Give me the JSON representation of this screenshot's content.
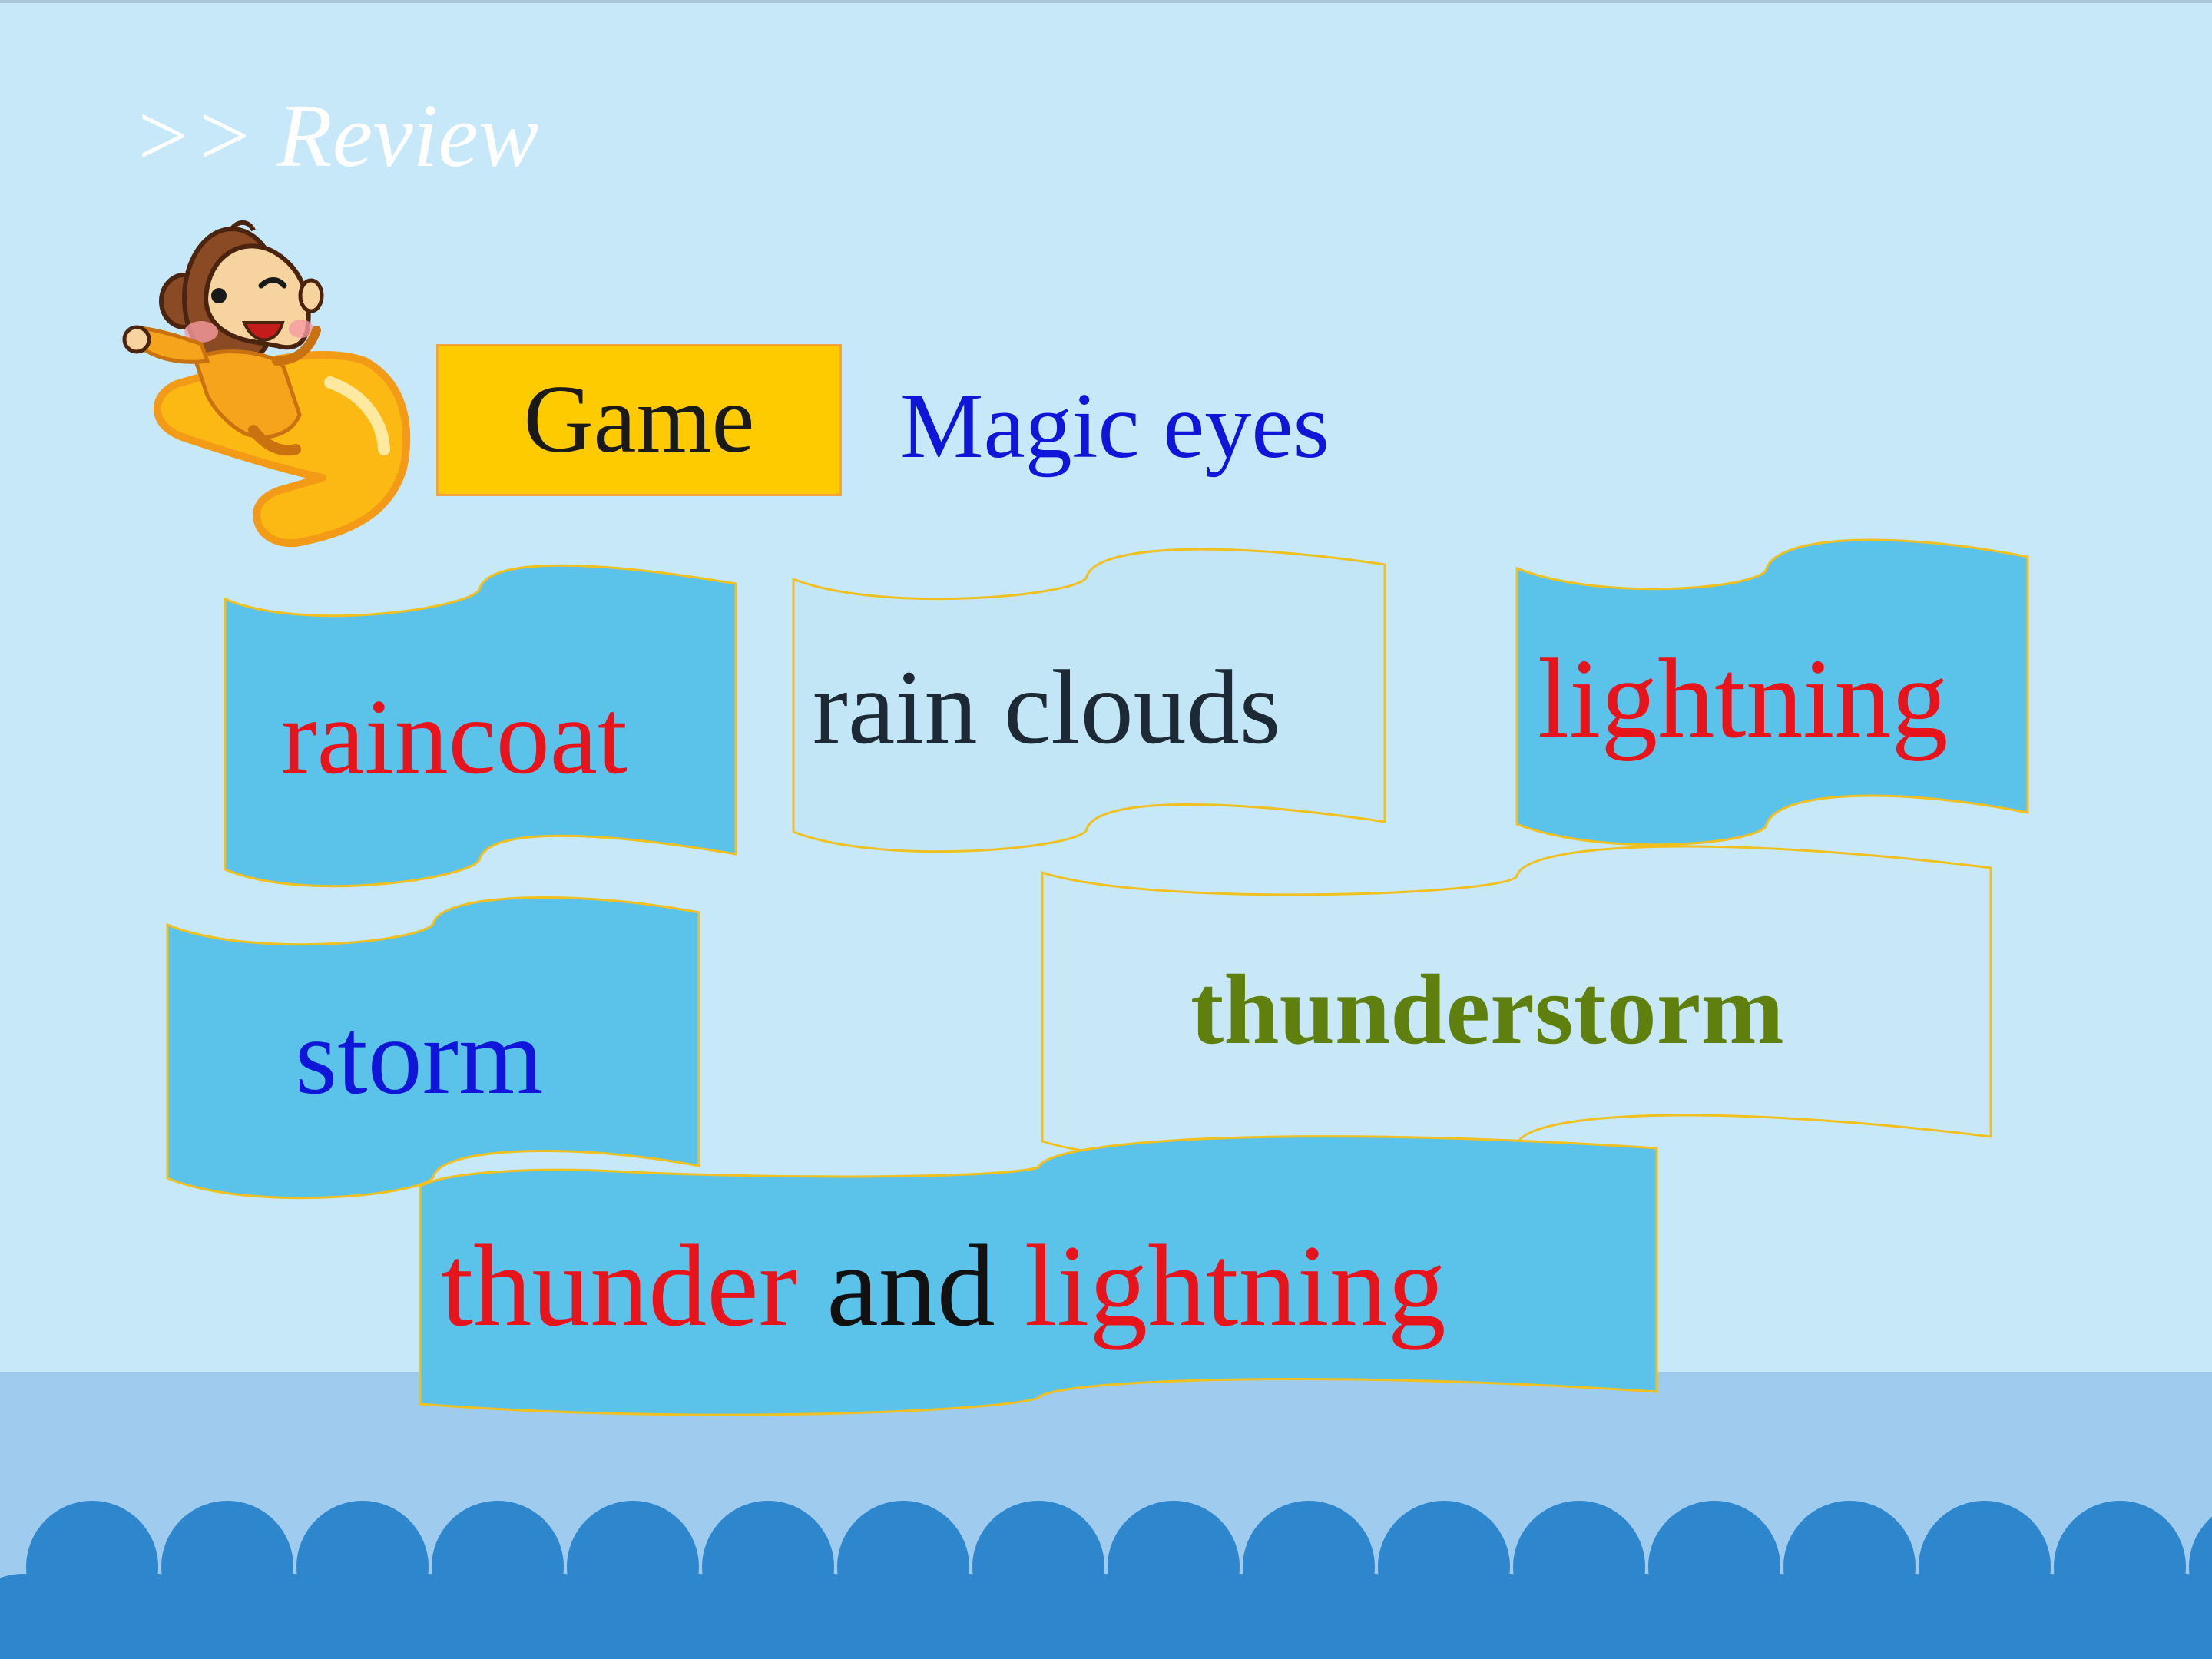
{
  "header": {
    "title": ">> Review"
  },
  "game": {
    "label": "Game",
    "name": "Magic eyes"
  },
  "words": {
    "raincoat": "raincoat",
    "rain_clouds": "rain clouds",
    "lightning": "lightning",
    "storm": "storm",
    "thunderstorm": "thunderstorm",
    "phrase": {
      "part1": "thunder",
      "part2": " and ",
      "part3": "lightning"
    }
  },
  "colors": {
    "background": "#c6e8f8",
    "bottom_band": "#9ecbee",
    "waves": "#2e86cc",
    "banner_fill": "#5bc2ea",
    "banner_light": "#c6e8f8",
    "banner_border": "#f0c020",
    "game_box": "#fdcb00",
    "red_text": "#e8141c",
    "blue_text": "#1016d8",
    "dark_text": "#1d2a35",
    "green_text": "#5f7f0e"
  }
}
